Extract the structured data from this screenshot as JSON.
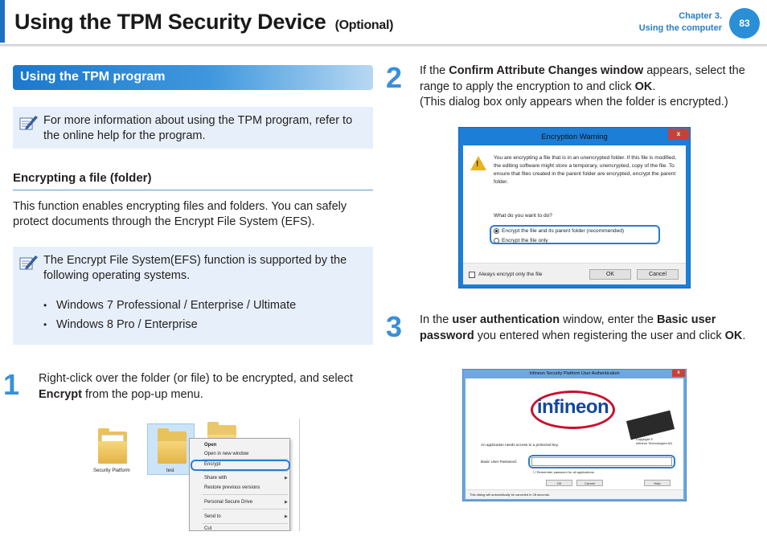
{
  "header": {
    "title": "Using the TPM Security Device",
    "title_suffix": "(Optional)",
    "chapter": "Chapter 3.",
    "chapter_name": "Using the computer",
    "page_number": "83"
  },
  "left": {
    "section_title": "Using the TPM program",
    "note1": "For more information about using the TPM program, refer to the online help for the program.",
    "subheading": "Encrypting a file (folder)",
    "paragraph": "This function enables encrypting files and folders. You can safely protect documents through the Encrypt File System (EFS).",
    "note2": "The Encrypt File System(EFS) function is supported by the following operating systems.",
    "os_list": [
      "Windows 7 Professional / Enterprise / Ultimate",
      "Windows 8 Pro / Enterprise"
    ]
  },
  "steps": [
    {
      "number": "1",
      "text_a": "Right-click over the folder (or file) to be encrypted, and select ",
      "bold_a": "Encrypt",
      "text_b": " from the pop-up menu."
    },
    {
      "number": "2",
      "text_a": "If the ",
      "bold_a": "Confirm Attribute Changes window",
      "text_b": " appears, select the range to apply the encryption to and click ",
      "bold_b": "OK",
      "text_c": ".",
      "line2": "(This dialog box only appears when the folder is encrypted.)"
    },
    {
      "number": "3",
      "text_a": "In the ",
      "bold_a": "user authentication",
      "text_b": " window, enter the ",
      "bold_b": "Basic user password",
      "text_c": " you entered when registering the user and click ",
      "bold_c": "OK",
      "text_d": "."
    }
  ],
  "shot1": {
    "folder1": "Security Platform",
    "folder2": "test",
    "menu": [
      "Open",
      "Open in new window",
      "Encrypt",
      "Share with",
      "Restore previous versions",
      "Personal Secure Drive",
      "Send to",
      "Cut"
    ]
  },
  "shot2": {
    "title": "Encryption Warning",
    "close": "x",
    "message": "You are encrypting a file that is in an unencrypted folder. If this file is modified, the editing software might store a temporary, unencrypted, copy of the file. To ensure that files created in the parent folder are encrypted, encrypt the parent folder.",
    "question": "What do you want to do?",
    "option1": "Encrypt the file and its parent folder (recommended)",
    "option2": "Encrypt the file only",
    "checkbox": "Always encrypt only the file",
    "ok": "OK",
    "cancel": "Cancel"
  },
  "shot3": {
    "title": "Infineon Security Platform User Authentication",
    "close": "x",
    "logo": "infineon",
    "copyright": "Copyright ©",
    "company": "Infineon Technologies AG",
    "message": "An application needs access to a protected key.",
    "password_label": "Basic User Password:",
    "remember": "Remember password for all applications",
    "ok": "OK",
    "cancel": "Cancel",
    "help": "Help",
    "footer": "This dialog will automatically be canceled in 28 seconds."
  },
  "colors": {
    "accent": "#1e6fc1",
    "note_bg": "#e7f0fa",
    "step": "#3b8fd8",
    "highlight": "#2b7dd1"
  }
}
